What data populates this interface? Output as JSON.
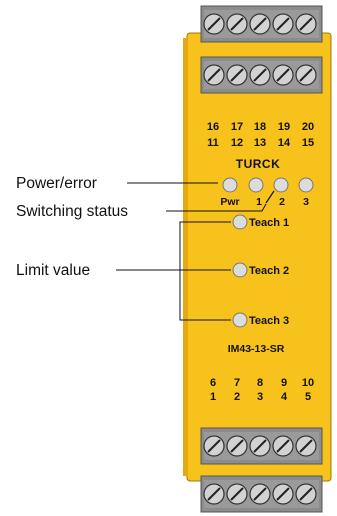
{
  "labels": {
    "power_error": "Power/error",
    "switching_status": "Switching status",
    "limit_value": "Limit value"
  },
  "device": {
    "brand": "TURCK",
    "model": "IM43-13-SR",
    "top_terminals_row1": [
      "16",
      "17",
      "18",
      "19",
      "20"
    ],
    "top_terminals_row2": [
      "11",
      "12",
      "13",
      "14",
      "15"
    ],
    "bottom_terminals_row1": [
      "6",
      "7",
      "8",
      "9",
      "10"
    ],
    "bottom_terminals_row2": [
      "1",
      "2",
      "3",
      "4",
      "5"
    ],
    "leds": [
      "Pwr",
      "1",
      "2",
      "3"
    ],
    "teach_buttons": [
      "Teach 1",
      "Teach 2",
      "Teach 3"
    ]
  },
  "colors": {
    "housing": "#f8c21c",
    "terminal_block": "#8c8c8c",
    "terminal_inner": "#d2d2d2",
    "led": "#dcdcdc",
    "line": "#111111"
  }
}
